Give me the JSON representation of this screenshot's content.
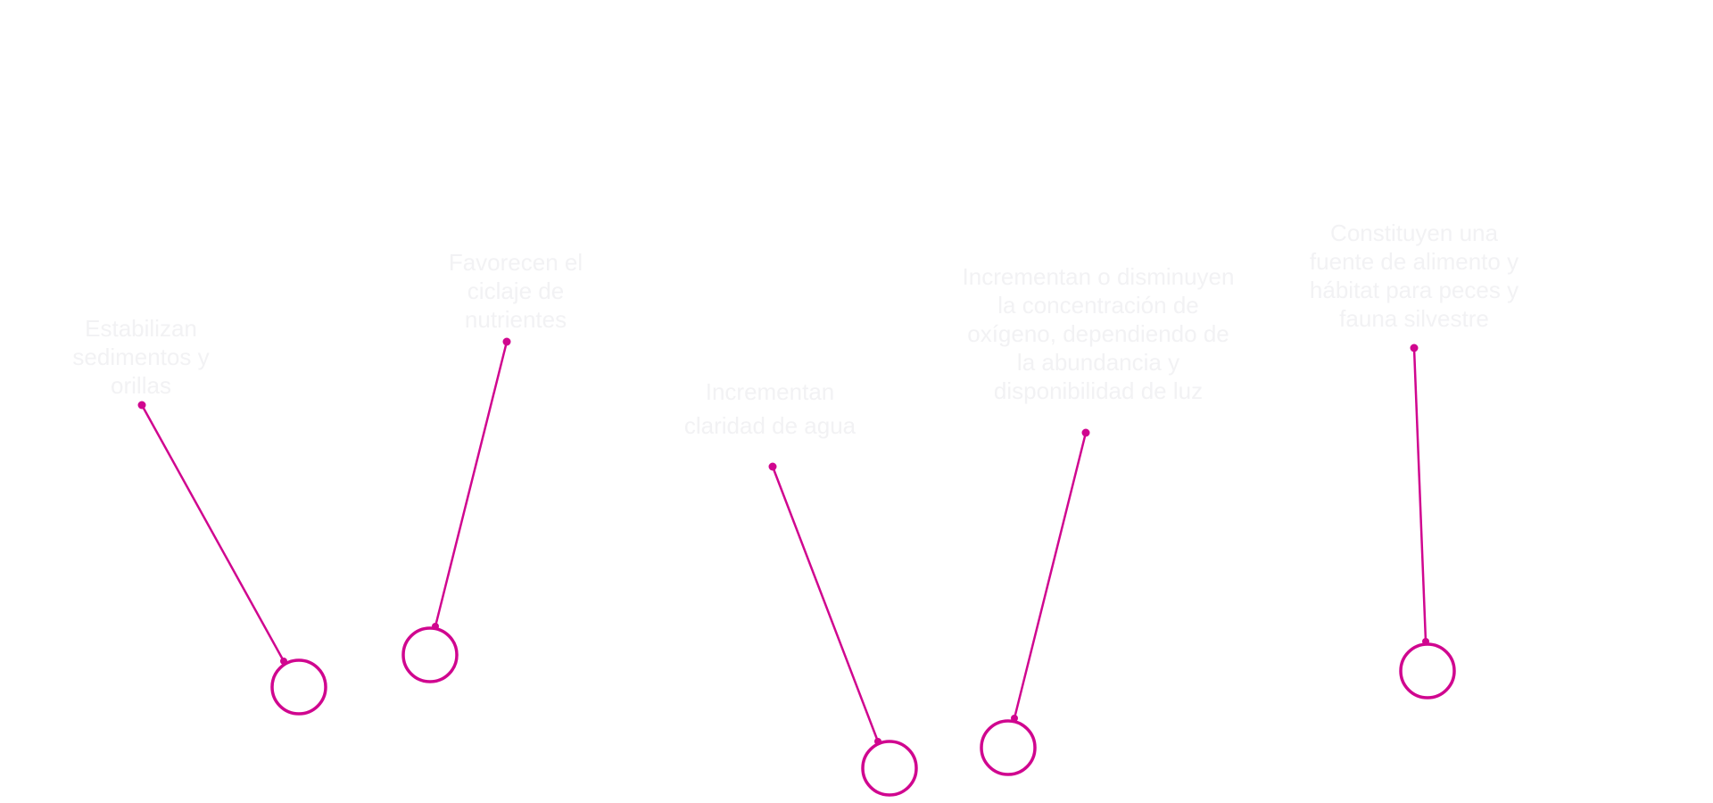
{
  "accent_color": "#d0068f",
  "text_color": "#f2f2f4",
  "hotspots": [
    {
      "lines": [
        "Estabilizan",
        "sedimentos y",
        "orillas"
      ]
    },
    {
      "lines": [
        "Favorecen el",
        "ciclaje de",
        "nutrientes"
      ]
    },
    {
      "lines": [
        "Incrementan",
        "claridad de agua"
      ]
    },
    {
      "lines": [
        "Incrementan o disminuyen",
        "la concentración de",
        "oxígeno, dependiendo de",
        "la abundancia y",
        "disponibilidad de luz"
      ]
    },
    {
      "lines": [
        "Constituyen una",
        "fuente de alimento y",
        "hábitat para peces y",
        "fauna silvestre"
      ]
    }
  ]
}
